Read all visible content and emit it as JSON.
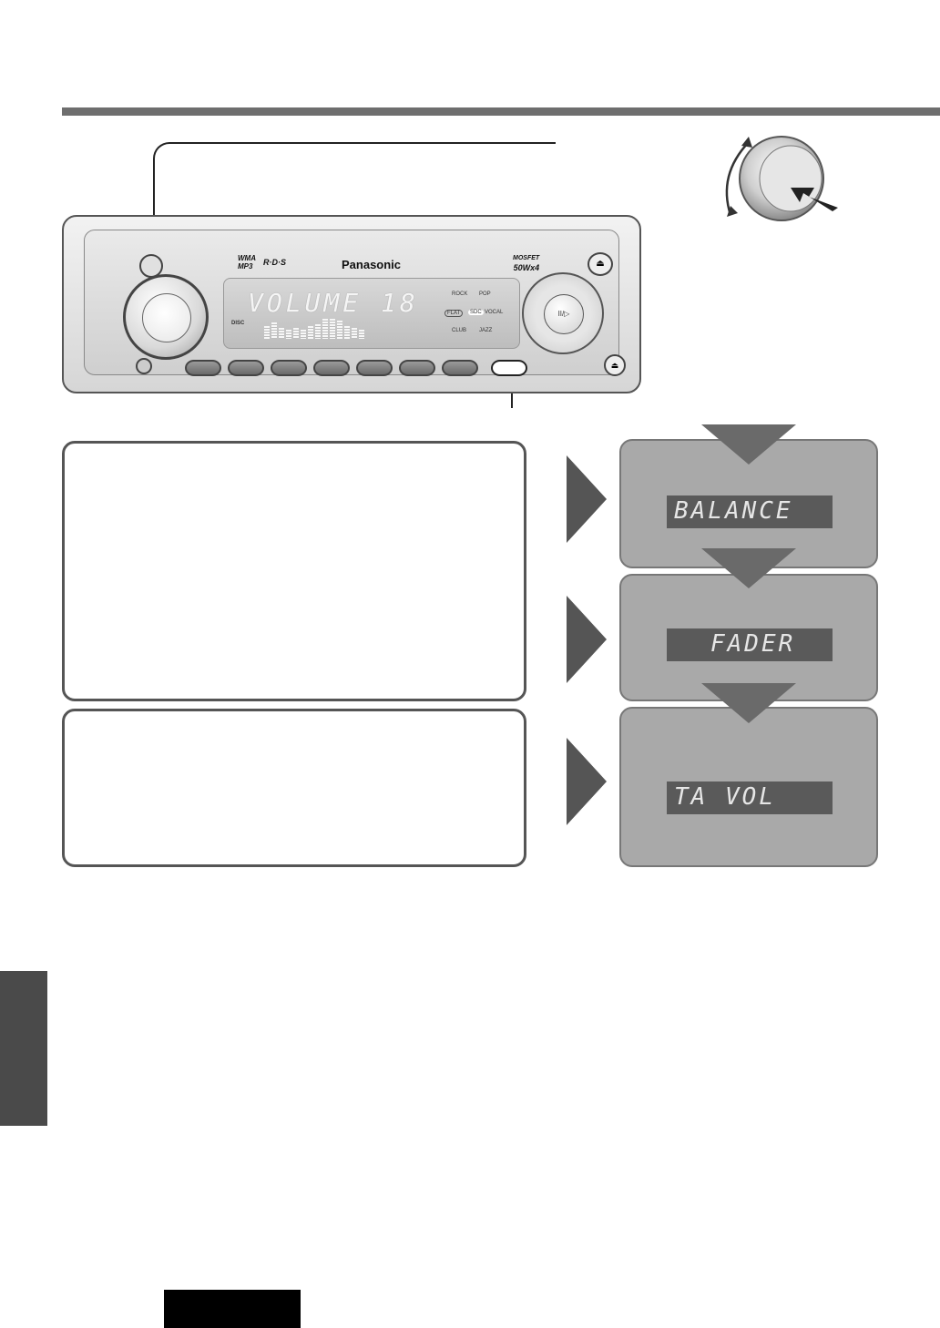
{
  "device": {
    "brand": "Panasonic",
    "badge_wma": "WMA\nMP3",
    "badge_rds": "R·D·S",
    "badge_mosfet": "MOSFET",
    "badge_power": "50Wx4",
    "lcd_text": "VOLUME 18",
    "disc_label": "DISC",
    "eq_modes": [
      "ROCK",
      "POP",
      "FLAT",
      "VOCAL",
      "CLUB",
      "JAZZ"
    ],
    "eq_selected": "SDC",
    "ctrl_center": "II/▷",
    "eject_glyph": "⏏",
    "open_glyph": "⏏"
  },
  "displays": [
    {
      "text": "BALANCE"
    },
    {
      "text": "FADER"
    },
    {
      "text": "TA VOL"
    }
  ],
  "colors": {
    "rule": "#6e6e6e",
    "panel": "#a9a9a9",
    "lcd": "#5a5a5a",
    "side_tab": "#4a4a4a"
  }
}
